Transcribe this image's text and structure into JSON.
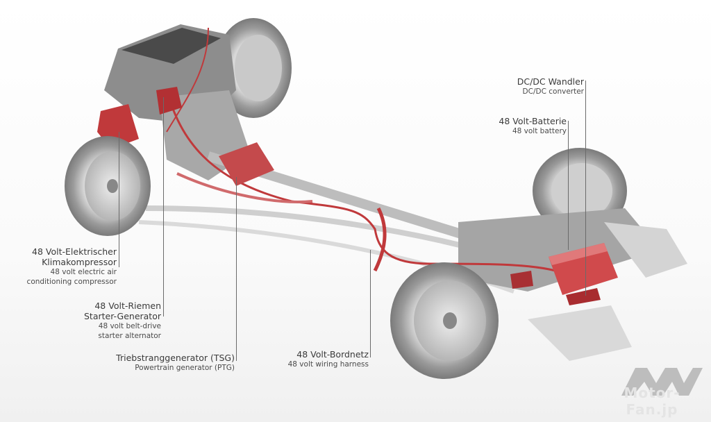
{
  "labels": {
    "klima": {
      "de_line1": "48 Volt-Elektrischer",
      "de_line2": "Klimakompressor",
      "en_line1": "48 volt electric air",
      "en_line2": "conditioning compressor"
    },
    "riemen": {
      "de_line1": "48 Volt-Riemen",
      "de_line2": "Starter-Generator",
      "en_line1": "48 volt belt-drive",
      "en_line2": "starter alternator"
    },
    "tsg": {
      "de": "Triebstranggenerator (TSG)",
      "en": "Powertrain generator (PTG)"
    },
    "bordnetz": {
      "de": "48 Volt-Bordnetz",
      "en": "48 volt wiring harness"
    },
    "dcdc": {
      "de": "DC/DC Wandler",
      "en": "DC/DC converter"
    },
    "batterie": {
      "de": "48 Volt-Batterie",
      "en": "48 volt battery"
    }
  },
  "watermark": {
    "text": "Motor-Fan.jp"
  },
  "colors": {
    "highlight": "#c0393b",
    "component": "#b8b8b8",
    "text": "#3c3c3c"
  }
}
